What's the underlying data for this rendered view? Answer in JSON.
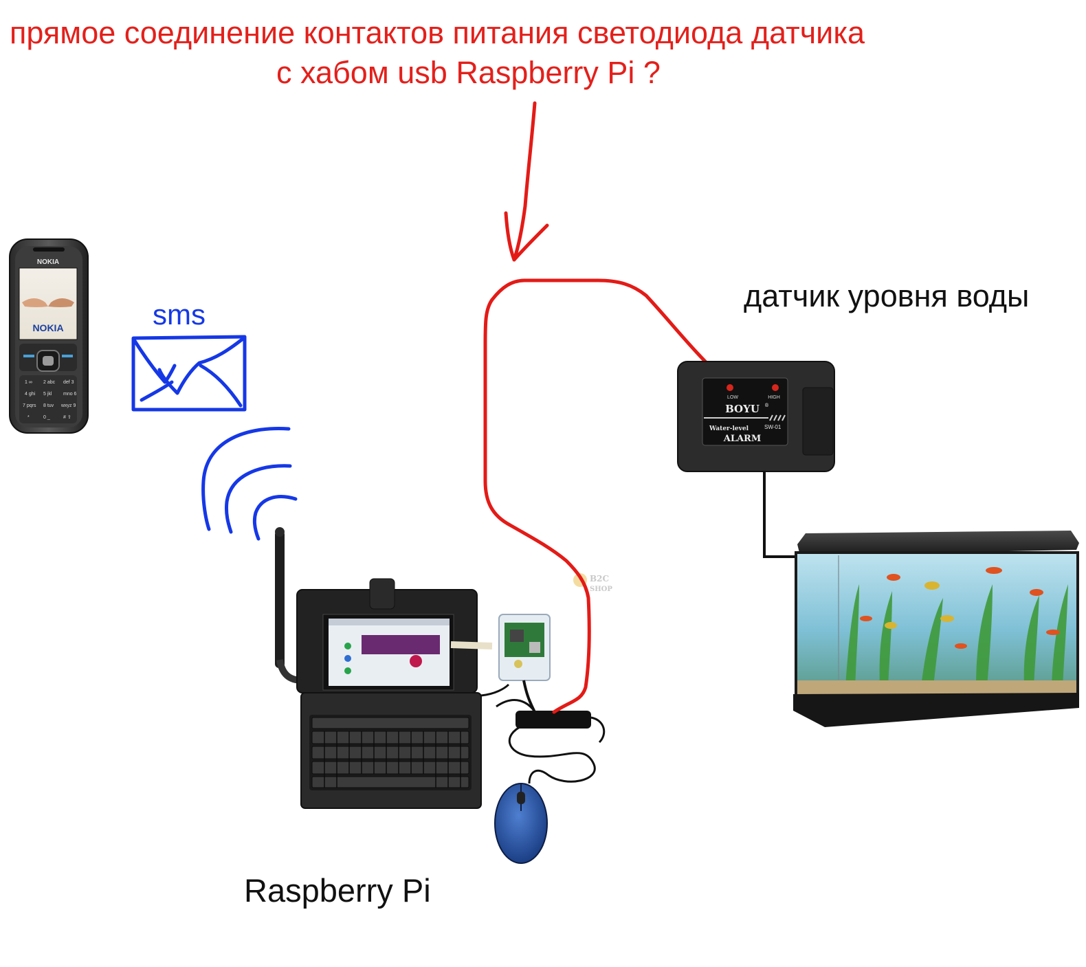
{
  "annotation": {
    "line1": "прямое соединение контактов питания светодиода датчика",
    "line2": "с хабом usb Raspberry Pi ?"
  },
  "labels": {
    "sms": "sms",
    "sensor": "датчик уровня воды",
    "raspberry": "Raspberry Pi"
  },
  "phone": {
    "brand_top": "NOKIA",
    "brand_screen": "NOKIA",
    "keys": [
      "1 ∞",
      "2 abc",
      "def 3",
      "4 ghi",
      "5 jkl",
      "mno 6",
      "7 pqrs",
      "8 tuv",
      "wxyz 9",
      "*",
      "0 _",
      "# ⇧"
    ]
  },
  "sensor_box": {
    "led_low": "LOW",
    "led_high": "HIGH",
    "brand": "BOYU",
    "trademark": "®",
    "subtitle": "Water-level",
    "model": "SW-01",
    "alarm": "ALARM"
  },
  "watermark": {
    "line1": "B2C",
    "line2": "SHOP"
  },
  "colors": {
    "annotation": "#e3201b",
    "sms": "#1538e6",
    "wire": "#e31b17",
    "cable": "#111111"
  }
}
